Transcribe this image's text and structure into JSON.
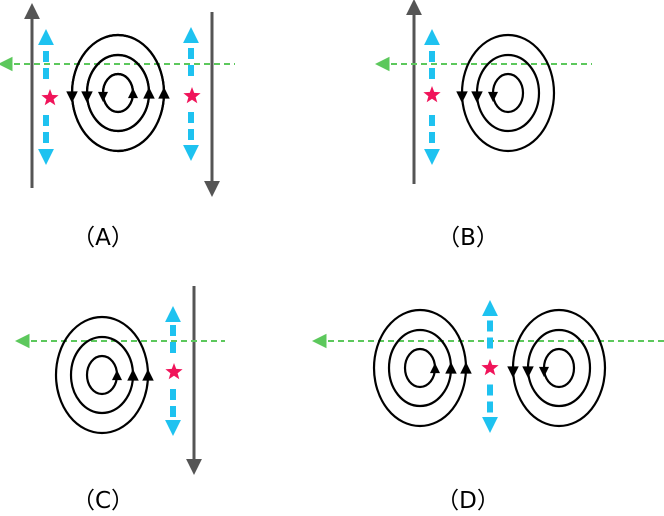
{
  "colors": {
    "vortex": "#000000",
    "field_line": "#555555",
    "dashed_line": "#5cc85c",
    "motion_arrow": "#1ec2f0",
    "star": "#f0145a"
  },
  "panels": [
    {
      "id": "A",
      "label": "（A）"
    },
    {
      "id": "B",
      "label": "（B）"
    },
    {
      "id": "C",
      "label": "（C）"
    },
    {
      "id": "D",
      "label": "（D）"
    }
  ]
}
